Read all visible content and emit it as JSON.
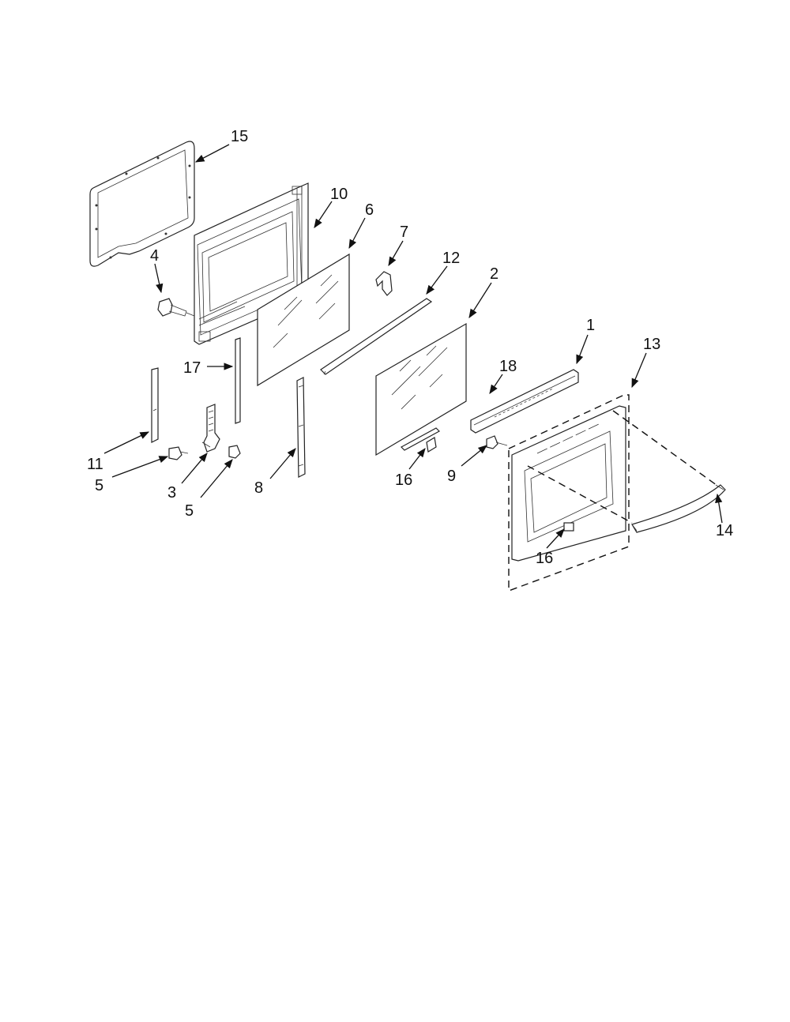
{
  "callouts": {
    "c15": "15",
    "c10": "10",
    "c6": "6",
    "c7": "7",
    "c12": "12",
    "c2": "2",
    "c4": "4",
    "c1": "1",
    "c13": "13",
    "c17": "17",
    "c18": "18",
    "c11": "11",
    "c5a": "5",
    "c3": "3",
    "c5b": "5",
    "c8": "8",
    "c16a": "16",
    "c9": "9",
    "c14": "14",
    "c16b": "16"
  }
}
